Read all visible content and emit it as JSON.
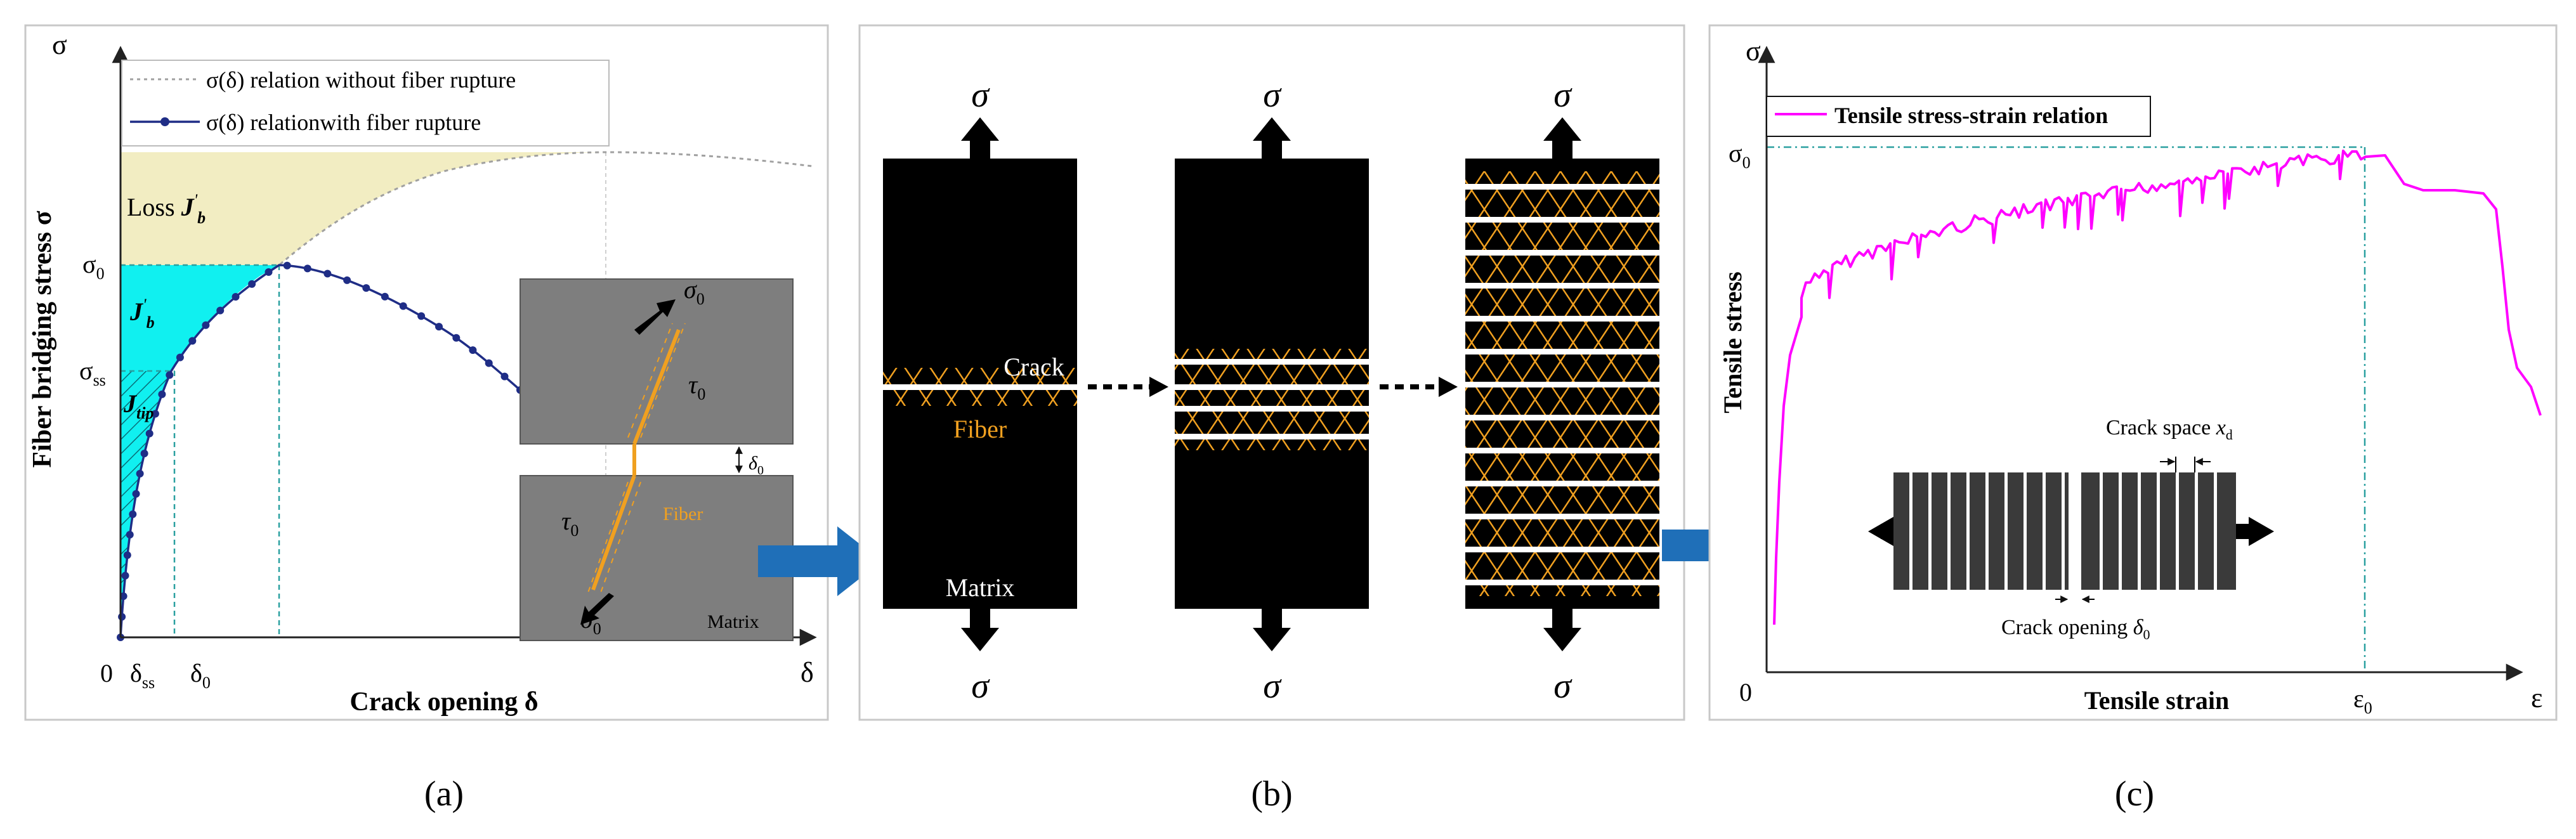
{
  "panel_a": {
    "caption": "(a)",
    "legend_without": "σ(δ) relation without fiber rupture",
    "legend_with": "σ(δ) relationwith fiber rupture",
    "ylabel": "Fiber bridging stress σ",
    "xlabel": "Crack opening δ",
    "axis_sigma": "σ",
    "axis_delta": "δ",
    "origin": "0",
    "sigma0_base": "σ",
    "sigma0_sub": "0",
    "sigmass_base": "σ",
    "sigmass_sub": "ss",
    "deltass_base": "δ",
    "deltass_sub": "ss",
    "delta0_base": "δ",
    "delta0_sub": "0",
    "loss_text": "Loss ",
    "jb_base": "J",
    "jb_sup": "'",
    "jb_sub": "b",
    "jtip_base": "J",
    "jtip_sub": "tip",
    "inset": {
      "sigma_base": "σ",
      "sigma_sub": "0",
      "tau_base": "τ",
      "tau_sub": "0",
      "delta_base": "δ",
      "delta_sub": "0",
      "fiber": "Fiber",
      "matrix": "Matrix"
    }
  },
  "panel_b": {
    "caption": "(b)",
    "sigma": "σ",
    "crack": "Crack",
    "fiber": "Fiber",
    "matrix": "Matrix"
  },
  "panel_c": {
    "caption": "(c)",
    "legend": "Tensile stress-strain relation",
    "ylabel": "Tensile stress",
    "xlabel": "Tensile strain",
    "axis_sigma": "σ",
    "axis_eps": "ε",
    "origin": "0",
    "sigma0_base": "σ",
    "sigma0_sub": "0",
    "eps0_base": "ε",
    "eps0_sub": "0",
    "crack_space": "Crack  space ",
    "xd_base": "x",
    "xd_sub": "d",
    "crack_opening": "Crack opening ",
    "d0_base": "δ",
    "d0_sub": "0"
  },
  "colors": {
    "curve_with": "#1f2d86",
    "loss_fill": "#f2edc2",
    "jb_fill": "#10f0f0",
    "stress_curve": "#ff00ff",
    "fiber": "#f0a020",
    "arrow_blue": "#1f6fb8",
    "guide_teal": "#2aa0a0"
  }
}
